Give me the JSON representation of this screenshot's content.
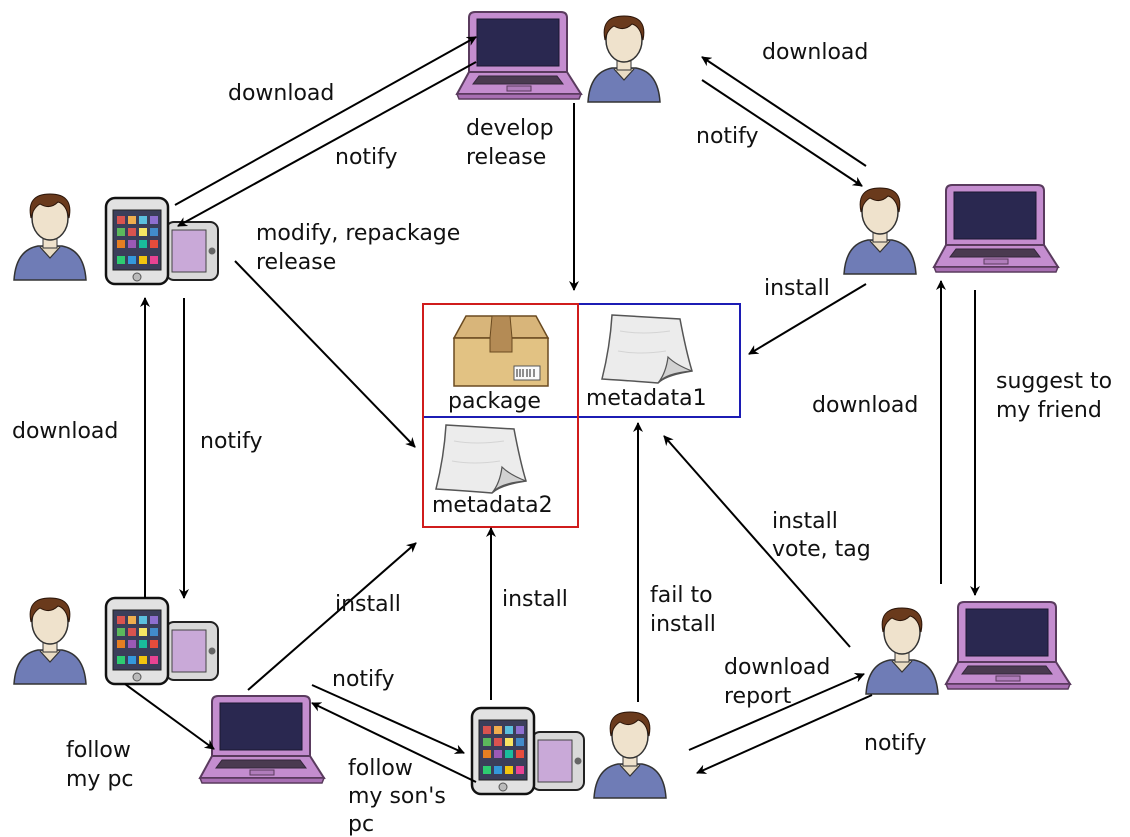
{
  "colors": {
    "laptop_body": "#c48dcf",
    "laptop_edge": "#5a3b5e",
    "laptop_screen": "#2a2850",
    "person_shirt": "#6f7cb6",
    "person_skin": "#efe2cc",
    "person_hair": "#6a3a1c",
    "package_box": "#e2c283",
    "package_tape": "#b48b55",
    "paper": "#ececec",
    "red_box": "#d01c1c",
    "blue_box": "#1c1cb4"
  },
  "center": {
    "package": "package",
    "metadata1": "metadata1",
    "metadata2": "metadata2"
  },
  "labels": {
    "download_top_left": "download",
    "notify_top_left": "notify",
    "develop": "develop",
    "release": "release",
    "download_top_right": "download",
    "notify_top_right": "notify",
    "modify_repackage": "modify, repackage",
    "release_left": "release",
    "install_right": "install",
    "suggest_to": "suggest to",
    "my_friend": "my friend",
    "download_right": "download",
    "download_left": "download",
    "notify_left": "notify",
    "install_vote_1": "install",
    "install_vote_2": "vote, tag",
    "install_bottom_left": "install",
    "install_bottom_mid": "install",
    "fail_to": "fail to",
    "install_fail": "install",
    "notify_bottom_mid": "notify",
    "download_report_1": "download",
    "download_report_2": "report",
    "notify_bottom_right": "notify",
    "follow_1": "follow",
    "follow_2": "my pc",
    "follow_son_1": "follow",
    "follow_son_2": "my son's",
    "follow_son_3": "pc"
  }
}
